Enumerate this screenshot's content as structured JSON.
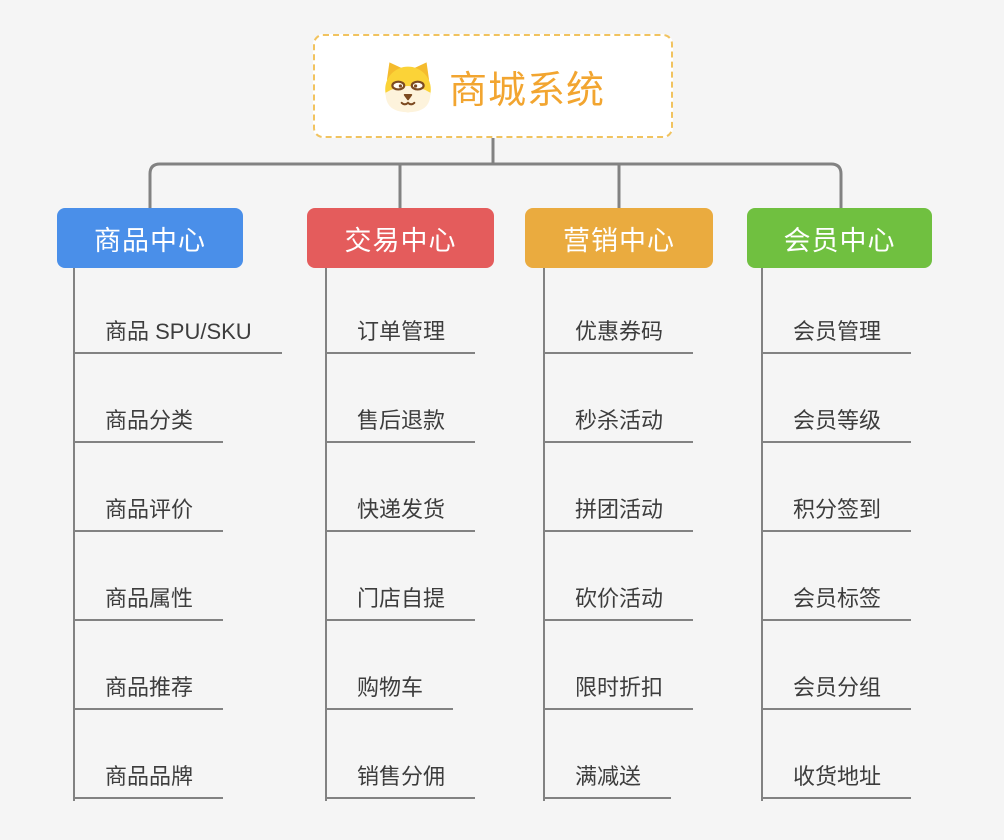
{
  "root": {
    "title": "商城系统",
    "icon": "dog-icon"
  },
  "branches": [
    {
      "label": "商品中心",
      "color": "#4a8fe9",
      "children": [
        "商品 SPU/SKU",
        "商品分类",
        "商品评价",
        "商品属性",
        "商品推荐",
        "商品品牌"
      ]
    },
    {
      "label": "交易中心",
      "color": "#e45c5c",
      "children": [
        "订单管理",
        "售后退款",
        "快递发货",
        "门店自提",
        "购物车",
        "销售分佣"
      ]
    },
    {
      "label": "营销中心",
      "color": "#eaab3f",
      "children": [
        "优惠券码",
        "秒杀活动",
        "拼团活动",
        "砍价活动",
        "限时折扣",
        "满减送"
      ]
    },
    {
      "label": "会员中心",
      "color": "#70c040",
      "children": [
        "会员管理",
        "会员等级",
        "积分签到",
        "会员标签",
        "会员分组",
        "收货地址"
      ]
    }
  ],
  "colors": {
    "connector": "#828282",
    "root_accent": "#f2a530",
    "root_border": "#f1c35f",
    "background": "#f5f5f5",
    "child_text": "#3d3d3d"
  }
}
